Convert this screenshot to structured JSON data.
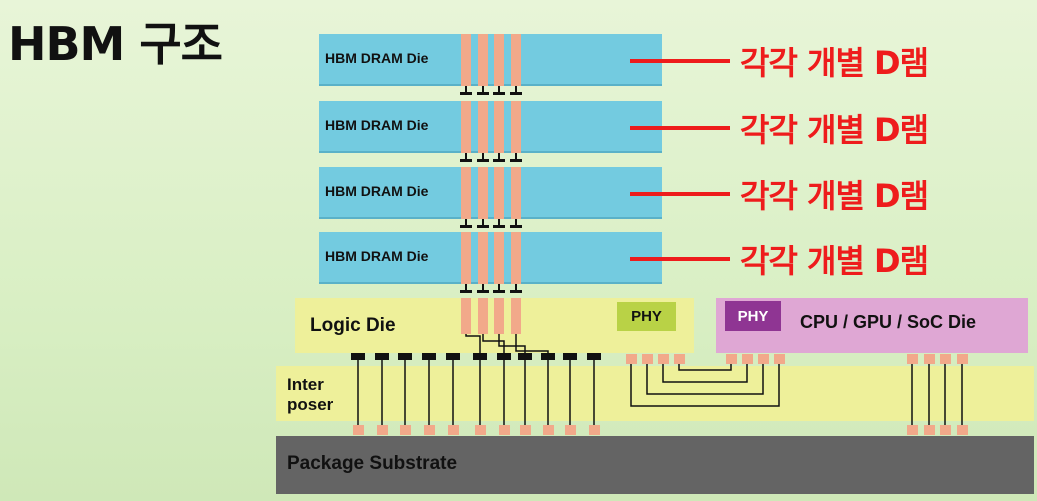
{
  "title": "HBM 구조",
  "dram_dies": [
    {
      "label": "HBM DRAM Die"
    },
    {
      "label": "HBM DRAM Die"
    },
    {
      "label": "HBM DRAM Die"
    },
    {
      "label": "HBM DRAM Die"
    }
  ],
  "callouts": [
    "각각 개별 D램",
    "각각 개별 D램",
    "각각 개별 D램",
    "각각 개별 D램"
  ],
  "logic_die": {
    "label": "Logic Die",
    "phy": "PHY"
  },
  "cpu_die": {
    "label": "CPU / GPU / SoC Die",
    "phy": "PHY"
  },
  "interposer": {
    "label": "Inter\nposer"
  },
  "substrate": {
    "label": "Package Substrate"
  },
  "colors": {
    "dram": "#73cbe0",
    "logic": "#eef09a",
    "cpu": "#dfa7d4",
    "phy_logic": "#b9d246",
    "phy_cpu": "#8f3593",
    "substrate": "#646464",
    "tsv": "#f2a98a",
    "callout": "#ee1c1c"
  }
}
